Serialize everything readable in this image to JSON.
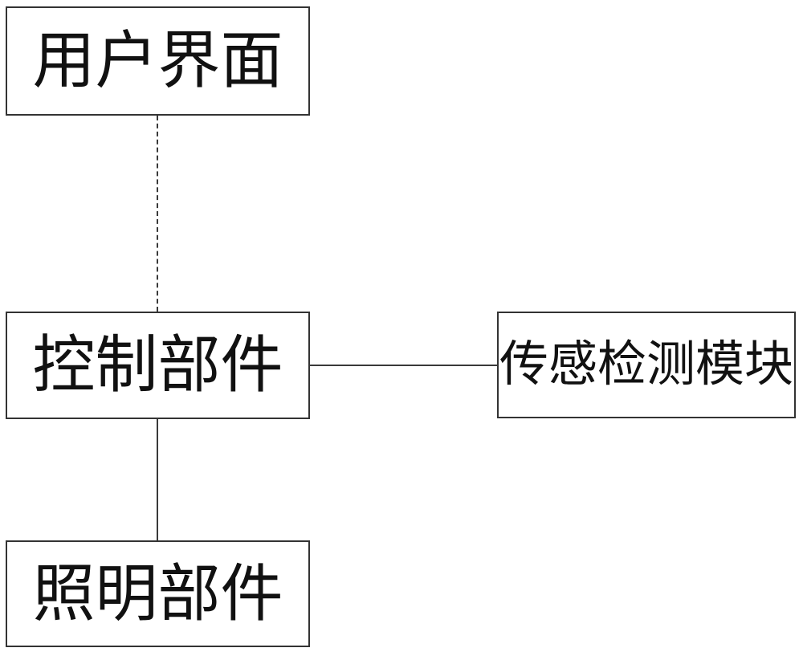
{
  "diagram": {
    "title": "lighting-system-block-diagram",
    "nodes": [
      {
        "id": "user-interface",
        "label": "用户界面"
      },
      {
        "id": "control-unit",
        "label": "控制部件"
      },
      {
        "id": "sensor-module",
        "label": "传感检测模块"
      },
      {
        "id": "lighting-unit",
        "label": "照明部件"
      }
    ],
    "edges": [
      {
        "from": "user-interface",
        "to": "control-unit",
        "style": "dashed",
        "orientation": "vertical"
      },
      {
        "from": "control-unit",
        "to": "sensor-module",
        "style": "solid",
        "orientation": "horizontal"
      },
      {
        "from": "control-unit",
        "to": "lighting-unit",
        "style": "solid",
        "orientation": "vertical"
      }
    ],
    "colors": {
      "line": "#3a3a3a",
      "border": "#333333",
      "text": "#111111",
      "background": "#ffffff"
    }
  }
}
